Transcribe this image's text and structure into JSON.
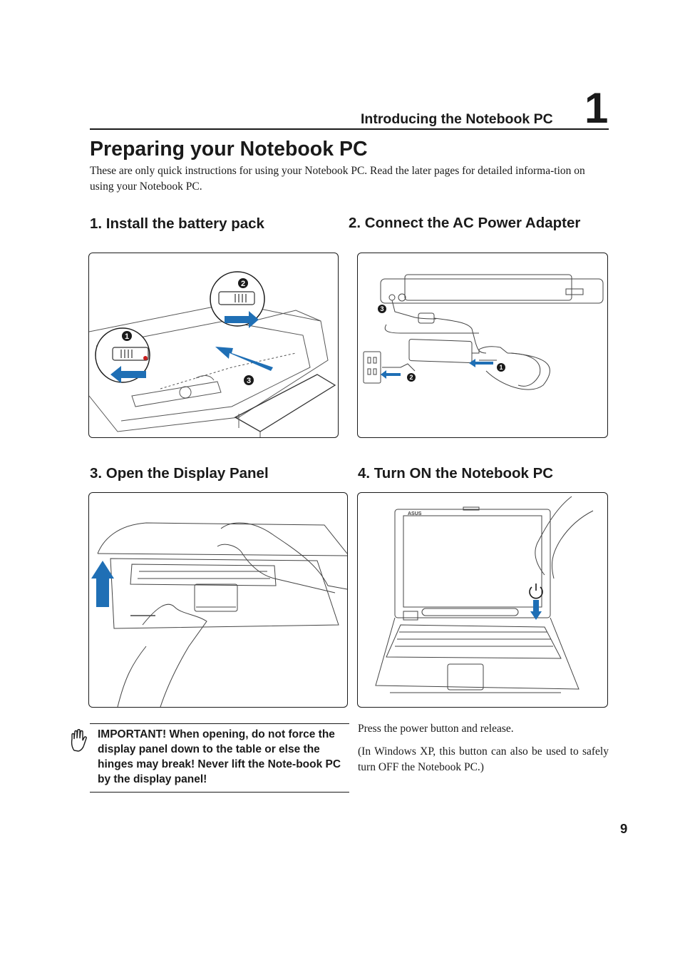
{
  "header": {
    "chapter_label": "Introducing the Notebook PC",
    "chapter_number": "1"
  },
  "page_title": "Preparing your Notebook PC",
  "intro": "These are only quick instructions for using your Notebook PC. Read the later pages for detailed informa-tion on using your Notebook PC.",
  "steps": [
    {
      "title": "1. Install the battery pack",
      "callouts": [
        "1",
        "2",
        "3"
      ]
    },
    {
      "title": "2. Connect the AC Power Adapter",
      "callouts": [
        "1",
        "2",
        "3"
      ]
    },
    {
      "title": "3. Open the Display Panel"
    },
    {
      "title": "4. Turn ON the Notebook PC",
      "screen_brand": "ASUS"
    }
  ],
  "important": "IMPORTANT!  When opening, do not force the display panel down to the table or else the hinges may break! Never lift the Note-book PC by the display panel!",
  "power_text": [
    "Press the power button and release.",
    "(In Windows XP, this button can also be used to safely turn OFF the Notebook PC.)"
  ],
  "page_number": "9",
  "colors": {
    "arrow": "#1f6fb5",
    "text": "#1a1a1a",
    "line": "#444444"
  },
  "icons": [
    "hand-warning-icon",
    "power-icon",
    "arrow-icon"
  ]
}
